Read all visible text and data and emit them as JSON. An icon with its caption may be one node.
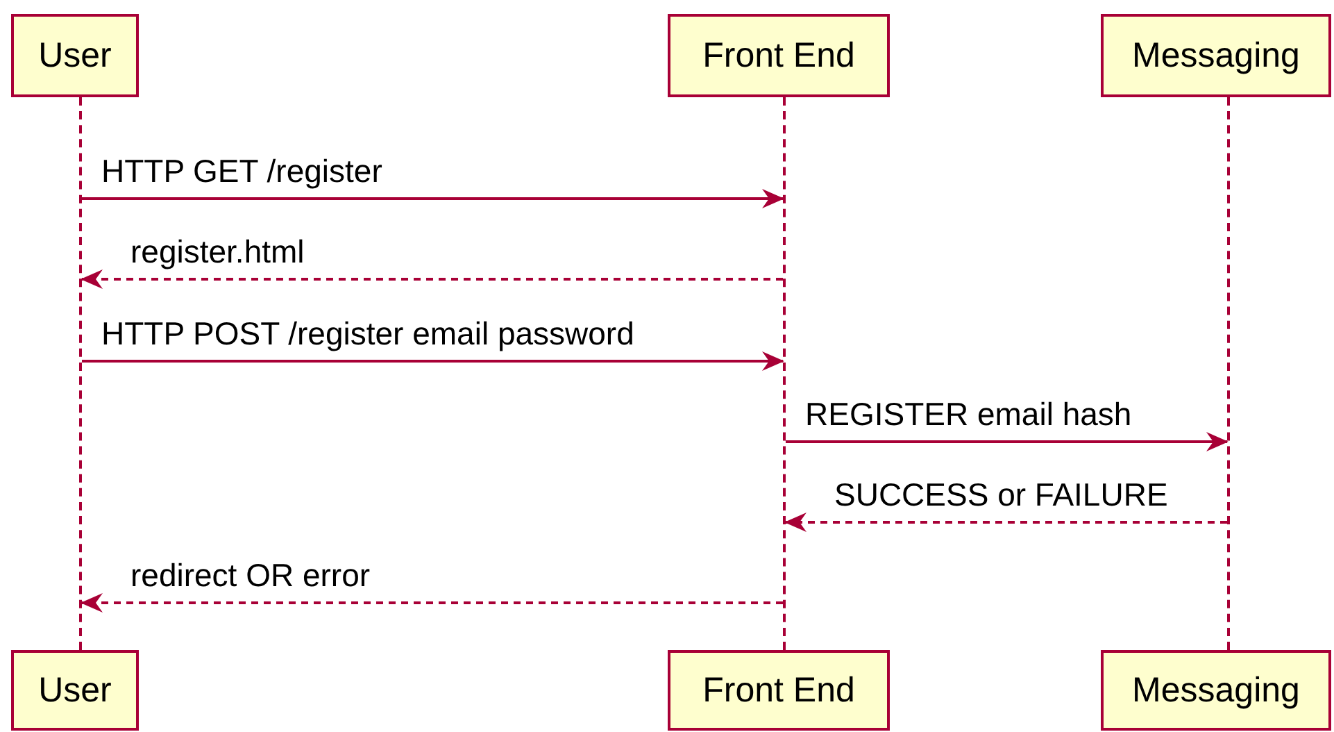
{
  "diagram": {
    "nodes": [
      {
        "text": [
          "User"
        ]
      },
      {
        "text": [
          "Front End"
        ]
      },
      {
        "text": [
          "Messaging"
        ]
      },
      {
        "text": [],
        "shape": "line"
      },
      {
        "text": [],
        "shape": "line"
      },
      {
        "text": [],
        "shape": "line"
      },
      {
        "text": [
          "User"
        ]
      },
      {
        "text": [
          "Front End"
        ]
      },
      {
        "text": [
          "Messaging"
        ]
      }
    ],
    "edges": [
      {
        "from": 3,
        "to": 4,
        "arrow": "to",
        "label": "HTTP GET /register"
      },
      {
        "from": 4,
        "to": 3,
        "arrow": "to",
        "label": "register.html",
        "style": "dashed"
      },
      {
        "from": 3,
        "to": 4,
        "arrow": "to",
        "label": "HTTP POST /register email password"
      },
      {
        "from": 4,
        "to": 5,
        "arrow": "to",
        "label": "REGISTER email hash"
      },
      {
        "from": 5,
        "to": 4,
        "arrow": "to",
        "label": "SUCCESS or FAILURE",
        "style": "dashed"
      },
      {
        "from": 4,
        "to": 3,
        "arrow": "to",
        "label": "redirect OR error",
        "style": "dashed"
      }
    ]
  }
}
